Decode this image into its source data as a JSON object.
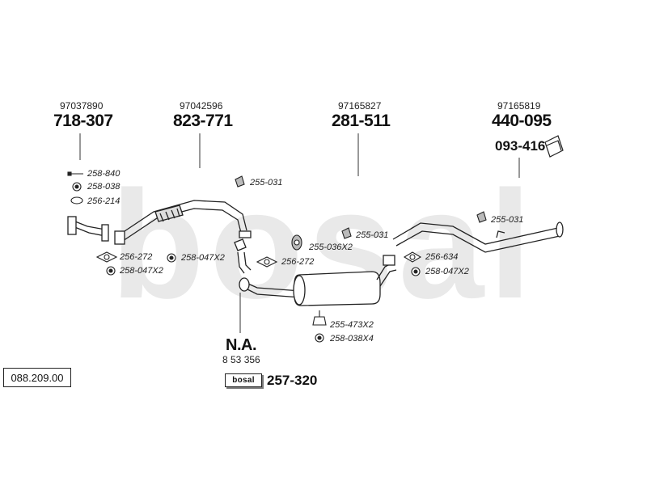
{
  "watermark": "bosal",
  "reference_number": "088.209.00",
  "brand_badge": "bosal",
  "sections": [
    {
      "oem": "97037890",
      "part": "718-307"
    },
    {
      "oem": "97042596",
      "part": "823-771"
    },
    {
      "oem": "97165827",
      "part": "281-511"
    },
    {
      "oem": "97165819",
      "part": "440-095"
    }
  ],
  "extra_part": "093-416",
  "mid_pipe": {
    "part": "N.A.",
    "oem": "8 53 356"
  },
  "kit_part": "257-320",
  "fittings": [
    {
      "code": "258-840",
      "icon": "bolt-icon"
    },
    {
      "code": "258-038",
      "icon": "nut-icon"
    },
    {
      "code": "256-214",
      "icon": "ring-icon"
    },
    {
      "code": "255-031",
      "icon": "hanger-icon"
    },
    {
      "code": "256-272",
      "icon": "gasket-icon"
    },
    {
      "code": "258-047X2",
      "icon": "nut-icon"
    },
    {
      "code": "258-047X2",
      "icon": "nut-icon"
    },
    {
      "code": "256-272",
      "icon": "gasket-icon"
    },
    {
      "code": "255-036X2",
      "icon": "rubber-mount-icon"
    },
    {
      "code": "255-031",
      "icon": "hanger-icon"
    },
    {
      "code": "255-031",
      "icon": "hanger-icon"
    },
    {
      "code": "256-634",
      "icon": "gasket-icon"
    },
    {
      "code": "258-047X2",
      "icon": "nut-icon"
    },
    {
      "code": "255-473X2",
      "icon": "rubber-mount-icon"
    },
    {
      "code": "258-038X4",
      "icon": "nut-icon"
    }
  ]
}
